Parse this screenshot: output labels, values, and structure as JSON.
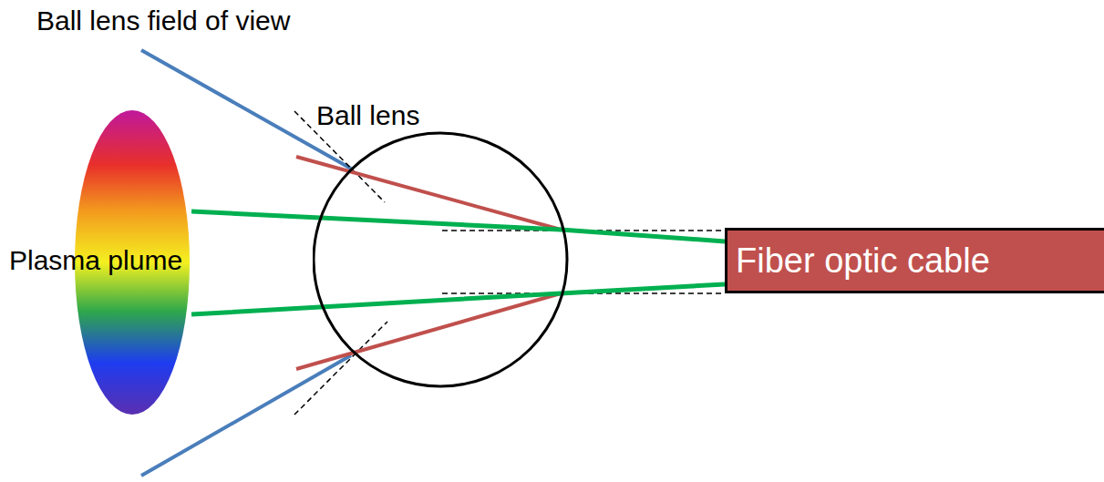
{
  "diagram": {
    "nodes": [
      {
        "text": [
          "Plasma plume"
        ]
      },
      {
        "text": [
          "Ball lens"
        ]
      },
      {
        "text": [
          "Fiber optic cable"
        ]
      }
    ],
    "labels": [
      "Ball lens field of view"
    ]
  }
}
